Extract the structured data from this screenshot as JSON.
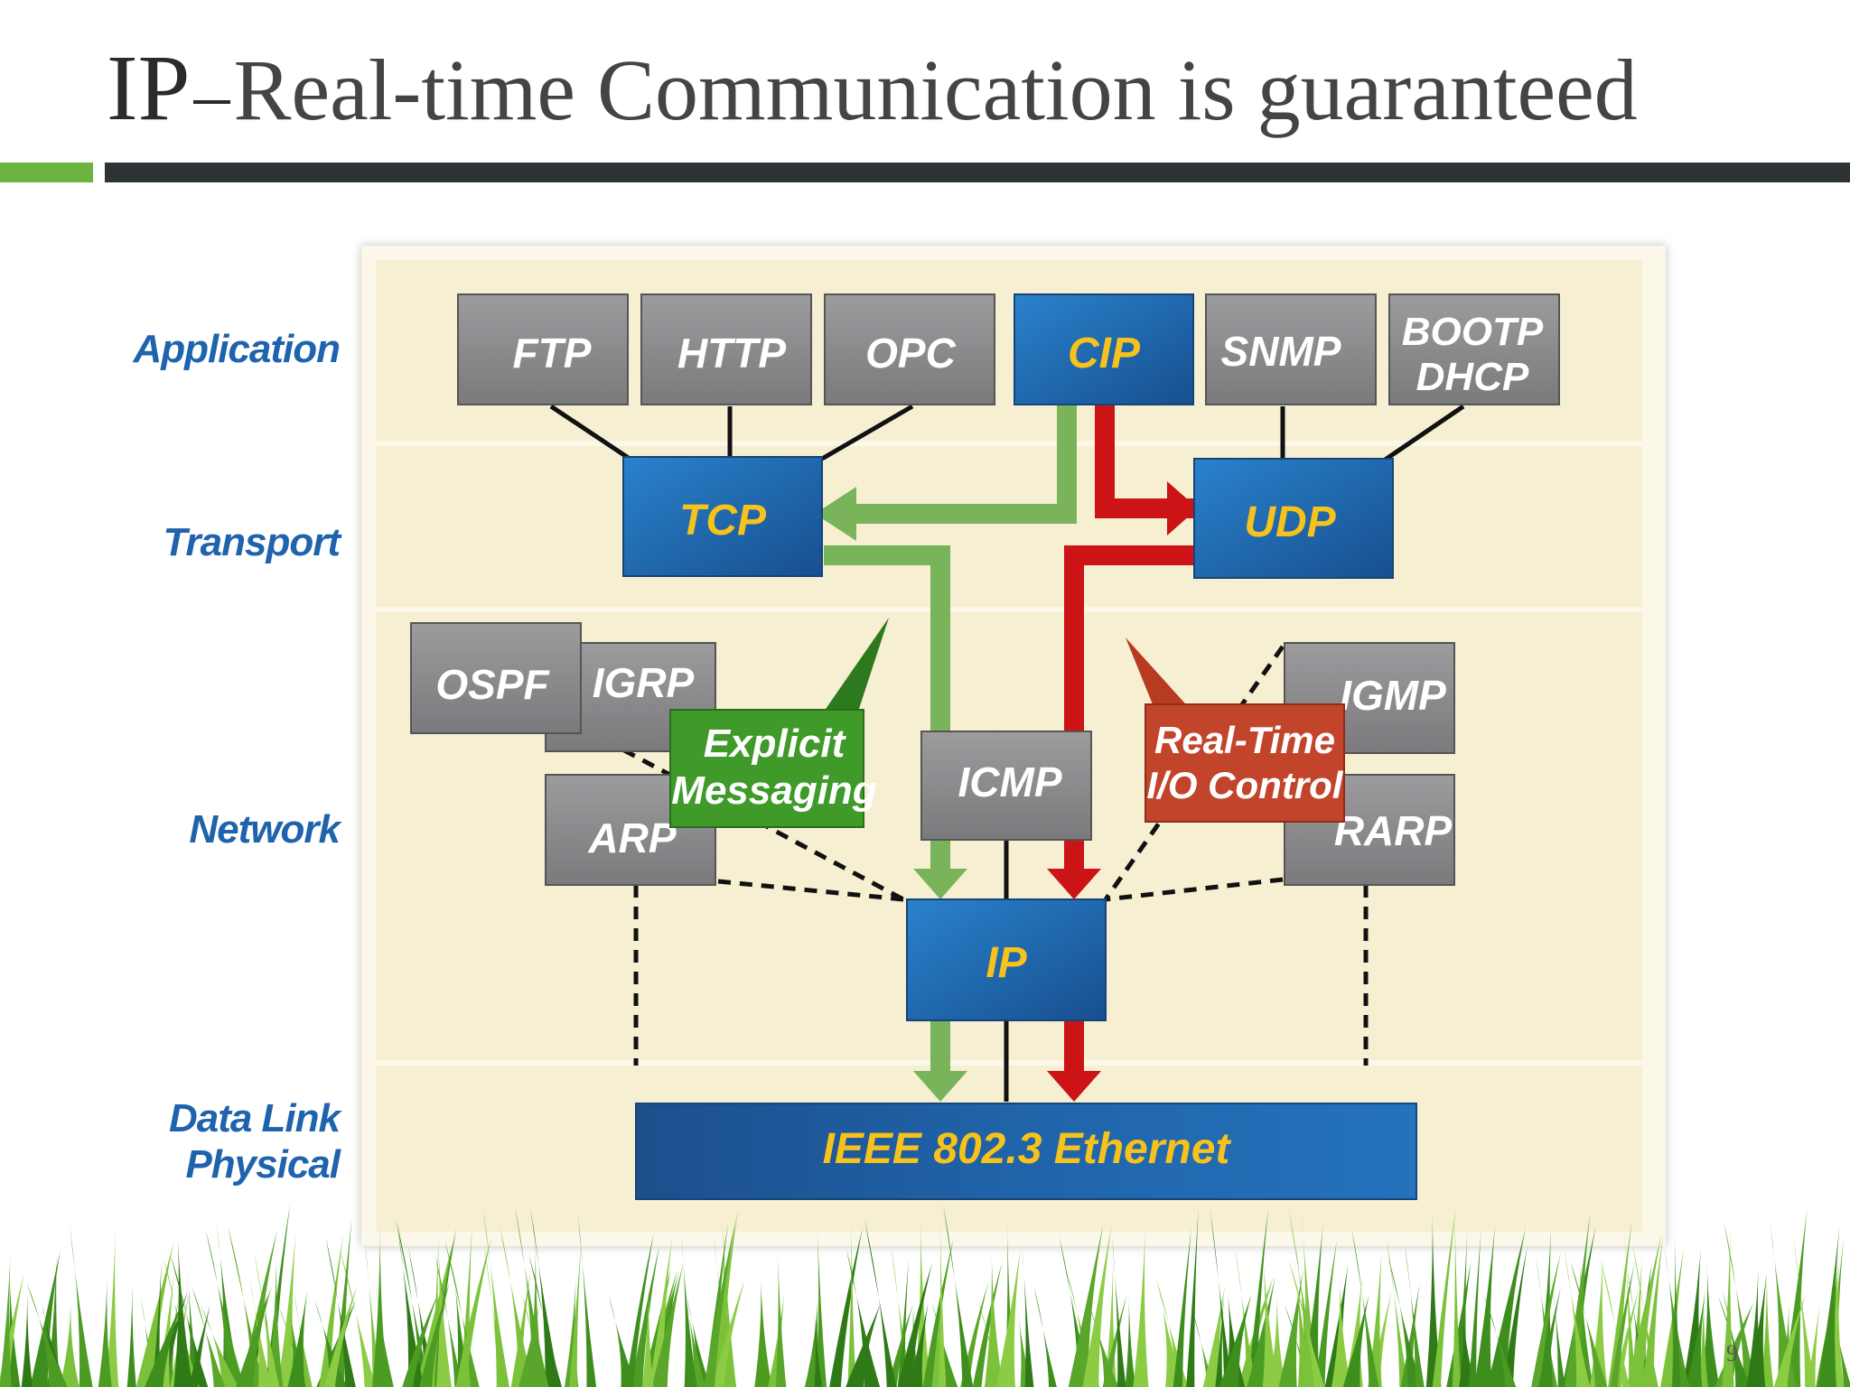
{
  "title": {
    "main": "IP",
    "separator": "–",
    "subtitle": "Real-time Communication is guaranteed"
  },
  "layers": {
    "application": "Application",
    "transport": "Transport",
    "network": "Network",
    "datalink": "Data Link",
    "physical": "Physical"
  },
  "protocols": {
    "ftp": "FTP",
    "http": "HTTP",
    "opc": "OPC",
    "cip": "CIP",
    "snmp": "SNMP",
    "bootp": "BOOTP",
    "dhcp": "DHCP",
    "tcp": "TCP",
    "udp": "UDP",
    "ospf": "OSPF",
    "igrp": "IGRP",
    "arp": "ARP",
    "icmp": "ICMP",
    "igmp": "IGMP",
    "rarp": "RARP",
    "ip": "IP",
    "ethernet": "IEEE 802.3 Ethernet"
  },
  "callouts": {
    "explicit_1": "Explicit",
    "explicit_2": "Messaging",
    "realtime_1": "Real-Time",
    "realtime_2": "I/O Control"
  },
  "colors": {
    "layer_label": "#1f63ad",
    "blue_box": "#1f6db7",
    "gray_box": "#8d8d90",
    "green_path": "#79b45a",
    "red_path": "#cc1316",
    "box_text_yellow": "#f6c21b",
    "explicit_callout": "#3f9a2a",
    "realtime_callout": "#c2452b"
  },
  "page_number": "9"
}
